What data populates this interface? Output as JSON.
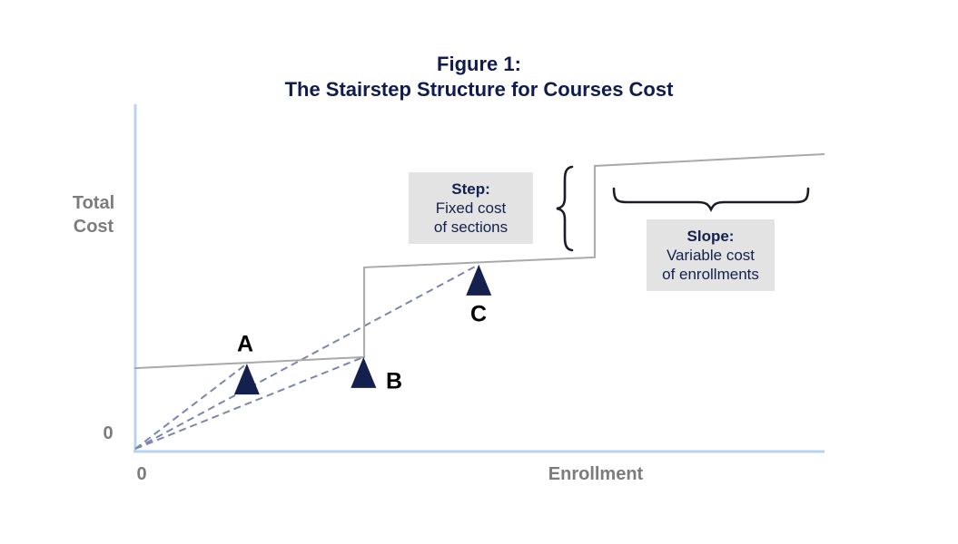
{
  "title": {
    "line1": "Figure 1:",
    "line2": "The Stairstep Structure for Courses Cost"
  },
  "axes": {
    "y_label_line1": "Total",
    "y_label_line2": "Cost",
    "x_label": "Enrollment",
    "y_zero": "0",
    "x_zero": "0"
  },
  "annotations": {
    "step_box": {
      "heading": "Step:",
      "line1": "Fixed cost",
      "line2": "of sections"
    },
    "slope_box": {
      "heading": "Slope:",
      "line1": "Variable cost",
      "line2": "of enrollments"
    },
    "step_brace_icon": "curly-brace-vertical",
    "slope_brace_icon": "curly-underbrace-horizontal"
  },
  "colors": {
    "title_navy": "#101c4e",
    "marker_navy": "#14204d",
    "note_text_navy": "#14204d",
    "note_background": "#e3e3e3",
    "axis_light_blue": "#b7d3f1",
    "stairstep_gray": "#a9a9a9",
    "ray_blue_gray": "#7c86ac",
    "label_gray": "#7c7c7c",
    "brace_black": "#1c1c28"
  },
  "chart_data": {
    "type": "line",
    "title": "Figure 1: The Stairstep Structure for Courses Cost",
    "xlabel": "Enrollment",
    "ylabel": "Total Cost",
    "grid": false,
    "legend": "none",
    "axis_note": "axes unlabeled except origin 0; values below are estimated in arbitrary units",
    "xlim": [
      0,
      10
    ],
    "ylim": [
      0,
      10
    ],
    "series": [
      {
        "name": "stairstep-total-cost",
        "style": "solid gray step function",
        "points": [
          [
            0,
            2.38
          ],
          [
            3.33,
            2.7
          ],
          [
            3.33,
            5.29
          ],
          [
            6.67,
            5.58
          ],
          [
            6.67,
            8.22
          ],
          [
            10,
            8.56
          ]
        ]
      }
    ],
    "markers": [
      {
        "label": "A",
        "x": 1.63,
        "y": 2.51,
        "ray_from_origin": true
      },
      {
        "label": "B",
        "x": 3.32,
        "y": 2.7,
        "ray_from_origin": true
      },
      {
        "label": "C",
        "x": 4.99,
        "y": 5.37,
        "ray_from_origin": true
      }
    ],
    "annotations": [
      {
        "text": "Step: Fixed cost of sections",
        "target": "vertical jump of step function"
      },
      {
        "text": "Slope: Variable cost of enrollments",
        "target": "slope of top segment"
      }
    ]
  }
}
